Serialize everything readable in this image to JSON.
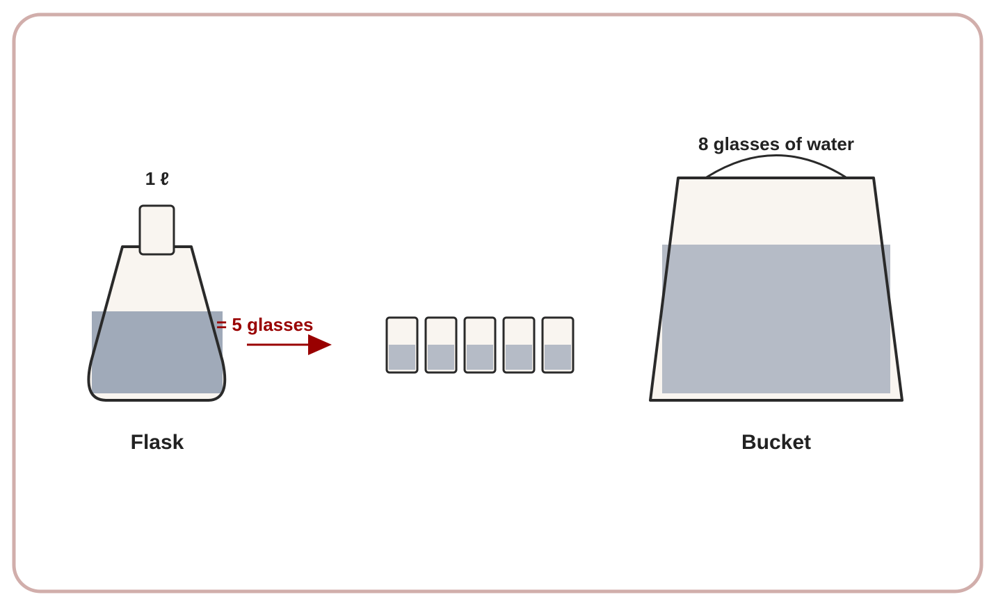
{
  "colors": {
    "frame": "#d1aeab",
    "background": "#ffffff",
    "container_fill": "#f9f5f0",
    "water": "#a0aab9",
    "water_light": "#b5bbc6",
    "outline": "#2a2a2a",
    "arrow": "#990000"
  },
  "flask": {
    "capacity_label": "1 ℓ",
    "name": "Flask",
    "equals_label": "= 5 glasses",
    "water_level": 0.5
  },
  "glasses": {
    "count": 5,
    "water_level": 0.5
  },
  "bucket": {
    "capacity_label": "8 glasses of water",
    "name": "Bucket",
    "water_level": 0.7
  }
}
